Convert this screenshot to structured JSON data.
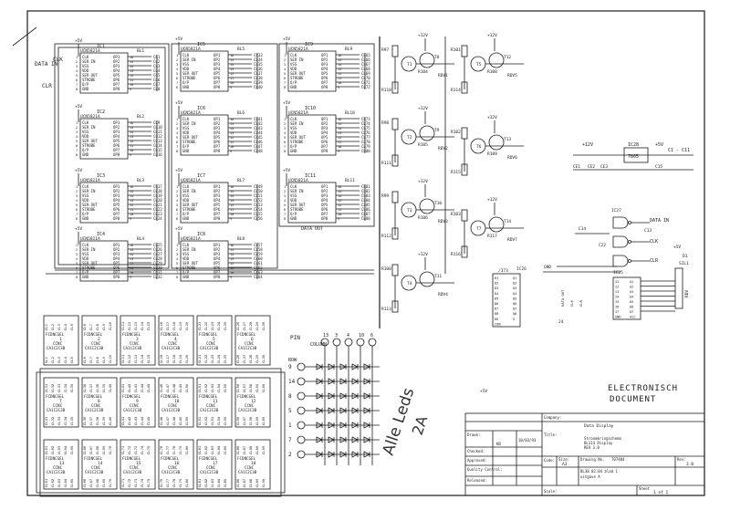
{
  "supply": {
    "plus5v": "+5V",
    "plus12v": "+12V",
    "gnd": "GND"
  },
  "inputs": {
    "data_in": "DATA IN",
    "clk": "CLK",
    "clr": "CLR",
    "data_out": "DATA OUT"
  },
  "ic_part": "UCN5821A",
  "ic_pins_left": [
    "CLK",
    "SER IN",
    "VSS",
    "VDD",
    "SER OUT",
    "STROBE",
    "O/P",
    "GND"
  ],
  "ic_pins_right": [
    "OP1",
    "OP2",
    "OP3",
    "OP4",
    "OP5",
    "OP6",
    "OP7",
    "OP8"
  ],
  "shift_registers": [
    {
      "ref": "IC1",
      "bank": "BL1",
      "cl": [
        "CL1",
        "CL2",
        "CL3",
        "CL4",
        "CL5",
        "CL6",
        "CL7",
        "CL8"
      ]
    },
    {
      "ref": "IC2",
      "bank": "BL2",
      "cl": [
        "CL9",
        "CL10",
        "CL11",
        "CL12",
        "CL13",
        "CL14",
        "CL15",
        "CL16"
      ]
    },
    {
      "ref": "IC3",
      "bank": "BL3",
      "cl": [
        "CL17",
        "CL18",
        "CL19",
        "CL20",
        "CL21",
        "CL22",
        "CL23",
        "CL24"
      ]
    },
    {
      "ref": "IC4",
      "bank": "BL4",
      "cl": [
        "CL25",
        "CL26",
        "CL27",
        "CL28",
        "CL29",
        "CL30",
        "CL31",
        "CL32"
      ]
    },
    {
      "ref": "IC5",
      "bank": "BL5",
      "cl": [
        "CL33",
        "CL34",
        "CL35",
        "CL36",
        "CL37",
        "CL38",
        "CL39",
        "CL40"
      ]
    },
    {
      "ref": "IC6",
      "bank": "BL6",
      "cl": [
        "CL41",
        "CL42",
        "CL43",
        "CL44",
        "CL45",
        "CL46",
        "CL47",
        "CL48"
      ]
    },
    {
      "ref": "IC7",
      "bank": "BL7",
      "cl": [
        "CL49",
        "CL50",
        "CL51",
        "CL52",
        "CL53",
        "CL54",
        "CL55",
        "CL56"
      ]
    },
    {
      "ref": "IC8",
      "bank": "BL8",
      "cl": [
        "CL57",
        "CL58",
        "CL59",
        "CL60",
        "CL61",
        "CL62",
        "CL63",
        "CL64"
      ]
    },
    {
      "ref": "IC9",
      "bank": "BL9",
      "cl": [
        "CL65",
        "CL66",
        "CL67",
        "CL68",
        "CL69",
        "CL70",
        "CL71",
        "CL72"
      ]
    },
    {
      "ref": "IC10",
      "bank": "BL10",
      "cl": [
        "CL73",
        "CL74",
        "CL75",
        "CL76",
        "CL77",
        "CL78",
        "CL79",
        "CL80"
      ]
    },
    {
      "ref": "IC11",
      "bank": "BL11",
      "cl": [
        "CL81",
        "CL82",
        "CL83",
        "CL84",
        "CL85",
        "CL86",
        "CL87",
        "CL88"
      ]
    }
  ],
  "display_modules": {
    "rows": [
      [
        "CL1",
        "CL2",
        "CL3",
        "CL4",
        "CL5",
        "CL6",
        "CL7",
        "CL8",
        "CL9",
        "CL10",
        "CL11",
        "CL12",
        "CL13",
        "CL14",
        "CL15",
        "CL16",
        "CL17",
        "CL18",
        "CL19",
        "CL20",
        "CL21",
        "CL22",
        "CL23",
        "CL24",
        "CL25",
        "CL26",
        "CL27",
        "CL28",
        "CL29",
        "CL30"
      ],
      [
        "CL31",
        "CL32",
        "CL33",
        "CL34",
        "CL35",
        "CL36",
        "CL37",
        "CL38",
        "CL39",
        "CL40",
        "CL41",
        "CL42",
        "CL43",
        "CL44",
        "CL45",
        "CL46",
        "CL47",
        "CL48",
        "CL49",
        "CL50",
        "CL51",
        "CL52",
        "CL53",
        "CL54",
        "CL55",
        "CL56",
        "CL57",
        "CL58",
        "CL59",
        "CL60"
      ],
      [
        "CL61",
        "CL62",
        "CL63",
        "CL64",
        "CL65",
        "CL66",
        "CL67",
        "CL68",
        "CL69",
        "CL70",
        "CL71",
        "CL72",
        "CL73",
        "CL74",
        "CL75",
        "CL76",
        "CL77",
        "CL78",
        "CL79",
        "CL80",
        "CL81",
        "CL82",
        "CL83",
        "CL84",
        "CL85",
        "CL86",
        "CL87",
        "CL88",
        "CL89",
        "CL90"
      ]
    ],
    "module_labels": [
      "FCDNCGEL",
      "CCNC",
      "CA1C2C3B"
    ],
    "count_per_row": 6
  },
  "drivers": {
    "col_a": [
      {
        "r_top": "R97",
        "t1": "T1",
        "t2": "T8",
        "r_mid": "R104",
        "rdv": "RDV1",
        "r_bot": "R110"
      },
      {
        "r_top": "R98",
        "t1": "T2",
        "t2": "T9",
        "r_mid": "R105",
        "rdv": "RDV2",
        "r_bot": "R111"
      },
      {
        "r_top": "R99",
        "t1": "T3",
        "t2": "T10",
        "r_mid": "R106",
        "rdv": "RDV3",
        "r_bot": "R112"
      },
      {
        "r_top": "R100",
        "t1": "T4",
        "t2": "T11",
        "r_mid": "",
        "rdv": "RDV4",
        "r_bot": "R113"
      }
    ],
    "col_b": [
      {
        "r_top": "R101",
        "t1": "T5",
        "t2": "T12",
        "r_mid": "R108",
        "rdv": "RDV5",
        "r_bot": "R114"
      },
      {
        "r_top": "R102",
        "t1": "T6",
        "t2": "T13",
        "r_mid": "R109",
        "rdv": "RDV6",
        "r_bot": "R115"
      },
      {
        "r_top": "R103",
        "t1": "T7",
        "t2": "T14",
        "r_mid": "R117",
        "rdv": "RDV7",
        "r_bot": "R116"
      }
    ]
  },
  "led_matrix": {
    "pin_label": "PIN",
    "column_label": "COLUMN",
    "row_label": "ROW",
    "col_pins": [
      "13",
      "3",
      "4",
      "10",
      "6"
    ],
    "row_pins": [
      "9",
      "14",
      "8",
      "5",
      "1",
      "7",
      "2"
    ]
  },
  "regulator": {
    "ref": "IC28",
    "part": "7805",
    "caps": [
      "CE1",
      "CE2",
      "CE3",
      "C15"
    ],
    "cap_range": "C1 - C11"
  },
  "control": {
    "ic27": "IC27",
    "ic26": "IC26",
    "ic26_part": "/373",
    "ic25": "IC25",
    "j4": "J4",
    "c14": "C14",
    "c13": "C13",
    "c22": "C22",
    "d1": "D1",
    "sil1": "SIL1",
    "rdv": "RDV",
    "ic26_pins": [
      "D1",
      "D2",
      "D3",
      "D4",
      "D5",
      "D6",
      "D7",
      "D8",
      "OE",
      "CON"
    ],
    "ic26_out": [
      "Q1",
      "Q2",
      "Q3",
      "Q4",
      "Q5",
      "Q6",
      "Q7",
      "Q8",
      "G"
    ],
    "ic25_pins": [
      "I1",
      "I2",
      "I3",
      "I4",
      "I5",
      "I6",
      "I7",
      "GND"
    ],
    "ic25_out": [
      "O1",
      "O2",
      "O3",
      "O4",
      "O5",
      "O6",
      "O7",
      "VCC"
    ],
    "j4_labels": [
      "DATA OUT",
      "CLK",
      "CLR"
    ]
  },
  "stamp": {
    "line1": "ELECTRONISCH",
    "line2": "DOCUMENT"
  },
  "handwritten": {
    "line1": "Alle Leds",
    "line2": "2A"
  },
  "title_block": {
    "company_label": "Company:",
    "company": "Data Display",
    "title_label": "Title:",
    "title_lines": [
      "Stroomkringschema",
      "BL114 Display",
      "REV 3.0"
    ],
    "drawn_label": "Drawn:",
    "drawn_by": "KB",
    "drawn_date": "10/03/93",
    "checked_label": "Checked:",
    "approved_label": "Approved:",
    "quality_label": "Quality Control:",
    "released_label": "Released:",
    "size_label": "Size:",
    "size": "A3",
    "code_label": "Code:",
    "drawing_no_label": "Drawing No.",
    "drawing_no": "707404",
    "rev_label": "Rev:",
    "rev": "3.0",
    "file": "BL38.02.04 blad 1",
    "file2": "uitgave A",
    "sheet_label": "Sheet",
    "sheet": "1 of 1",
    "scale_label": "Scale:"
  }
}
